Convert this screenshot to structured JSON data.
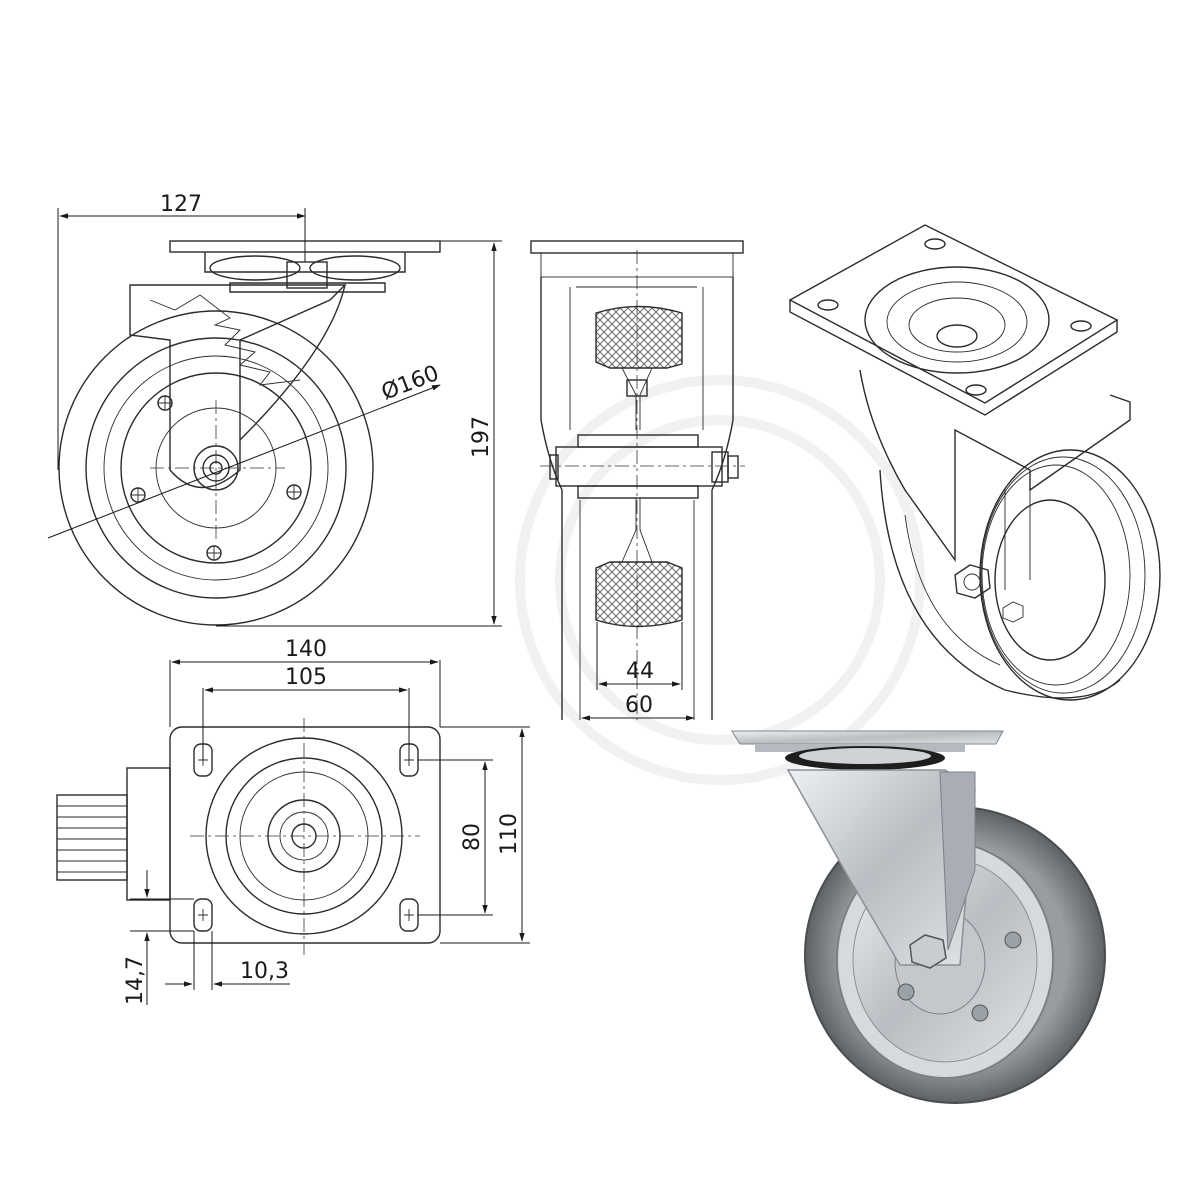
{
  "dimensions": {
    "offset": "127",
    "wheel_diameter": "Ø160",
    "total_height": "197",
    "tread_width": "44",
    "hub_length": "60",
    "plate_width": "140",
    "hole_spacing_x": "105",
    "hole_spacing_y": "80",
    "plate_length": "110",
    "slot_length": "14,7",
    "slot_width": "10,3"
  },
  "views": {
    "side": "side-elevation",
    "front": "front-section",
    "top": "top-plan",
    "iso": "isometric-line-drawing",
    "photo": "product-photo"
  },
  "colors": {
    "line": "#2b2b2b",
    "steel": "#c9cdd2",
    "rubber": "#8c8f92",
    "hatch": "#6b6b6b"
  }
}
